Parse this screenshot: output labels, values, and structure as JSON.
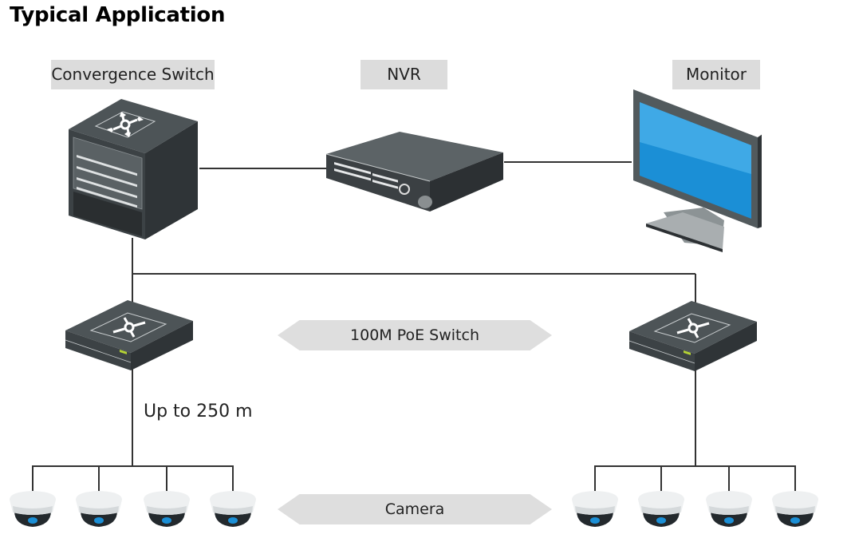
{
  "title": "Typical Application",
  "labels": {
    "convergence_switch": "Convergence Switch",
    "nvr": "NVR",
    "monitor": "Monitor"
  },
  "banners": {
    "poe_switch": "100M PoE Switch",
    "camera": "Camera"
  },
  "distance_note": "Up to 250 m",
  "colors": {
    "label_bg": "#dcdcdc",
    "device_dark": "#3c4245",
    "screen_blue": "#1b8fd6",
    "line": "#333333",
    "led_green": "#b5d334"
  },
  "topology": {
    "core": "Convergence Switch",
    "connections": [
      [
        "Convergence Switch",
        "NVR"
      ],
      [
        "NVR",
        "Monitor"
      ],
      [
        "Convergence Switch",
        "100M PoE Switch (left)"
      ],
      [
        "Convergence Switch",
        "100M PoE Switch (right)"
      ]
    ],
    "poe_switches": [
      {
        "side": "left",
        "cameras": 4
      },
      {
        "side": "right",
        "cameras": 4
      }
    ]
  }
}
